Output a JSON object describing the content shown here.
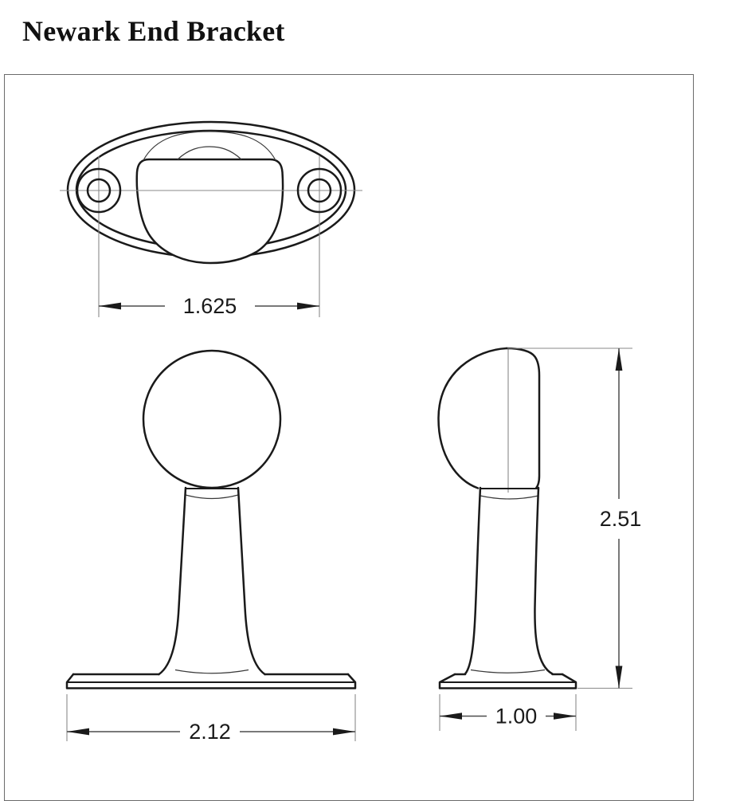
{
  "page": {
    "title": "Newark End Bracket"
  },
  "drawing": {
    "dimensions": {
      "hole_spacing": "1.625",
      "overall_height": "2.51",
      "base_length": "2.12",
      "base_width": "1.00"
    },
    "colors": {
      "outline": "#1a1a1a",
      "thin_line": "#3a3a3a",
      "centerline": "#8a8a8a",
      "dimension_line": "#4d4d4d",
      "frame_border": "#6b6b6b",
      "background": "#ffffff"
    }
  }
}
